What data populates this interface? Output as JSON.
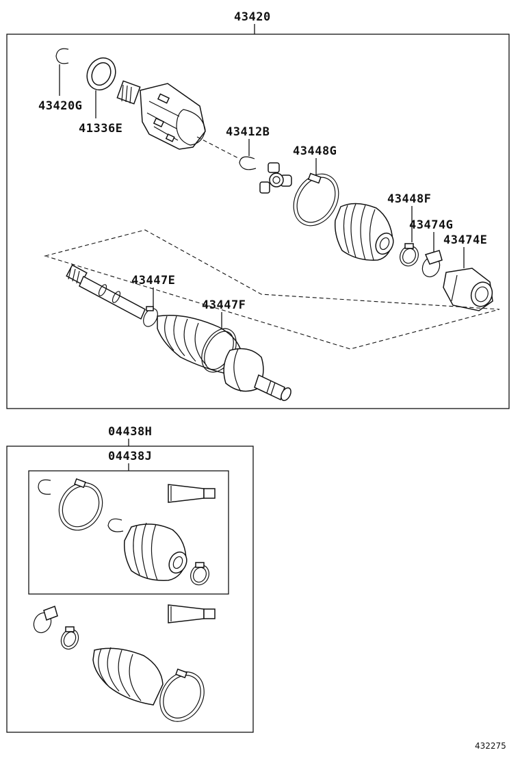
{
  "assembly": {
    "main_part_no": "43420",
    "parts": {
      "snap_ring_outer": "43420G",
      "dust_seal": "41336E",
      "snap_ring_inner": "43412B",
      "boot_clamp_large_inboard": "43448G",
      "boot_clamp_small_inboard": "43448F",
      "tulip_clamp": "43474G",
      "tulip_housing": "43474E",
      "boot_clamp_outboard": "43447E",
      "boot_clamp_outboard_large": "43447F"
    }
  },
  "boot_kits": {
    "kit_outer_no": "04438H",
    "kit_inner_no": "04438J"
  },
  "figure_number": "432275"
}
